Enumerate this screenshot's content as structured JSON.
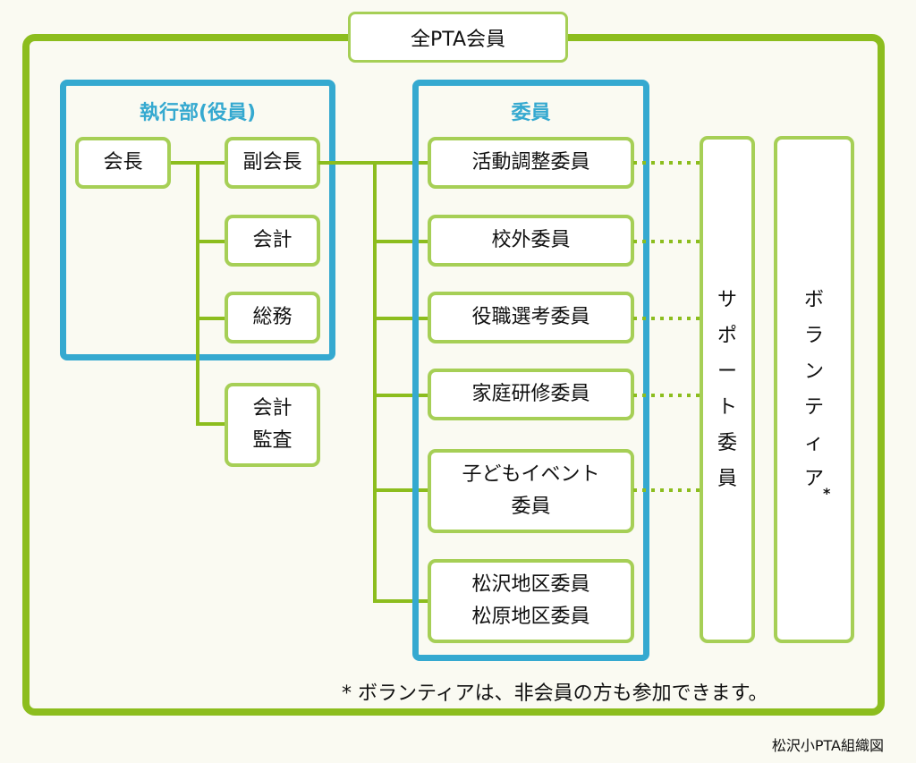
{
  "title": "全PTA会員",
  "executive": {
    "heading": "執行部(役員)",
    "president": "会長",
    "vice_president": "副会長",
    "treasurer": "会計",
    "general_affairs": "総務"
  },
  "auditor": [
    "会計",
    "監査"
  ],
  "committees": {
    "heading": "委員",
    "items": [
      {
        "lines": [
          "活動調整委員"
        ]
      },
      {
        "lines": [
          "校外委員"
        ]
      },
      {
        "lines": [
          "役職選考委員"
        ]
      },
      {
        "lines": [
          "家庭研修委員"
        ]
      },
      {
        "lines": [
          "子どもイベント",
          "委員"
        ]
      },
      {
        "lines": [
          "松沢地区委員",
          "松原地区委員"
        ]
      }
    ]
  },
  "support": {
    "chars": [
      "サ",
      "ポ",
      "ー",
      "ト",
      "委",
      "員"
    ]
  },
  "volunteer": {
    "chars": [
      "ボ",
      "ラ",
      "ン",
      "テ",
      "ィ",
      "ア"
    ],
    "mark": "*"
  },
  "footnote": "* ボランティアは、非会員の方も参加できます。",
  "caption": "松沢小PTA組織図",
  "colors": {
    "frame_green": "#8cbd1e",
    "node_border": "#a6cf56",
    "group_blue": "#35a9d0",
    "background": "#fafaf2"
  }
}
